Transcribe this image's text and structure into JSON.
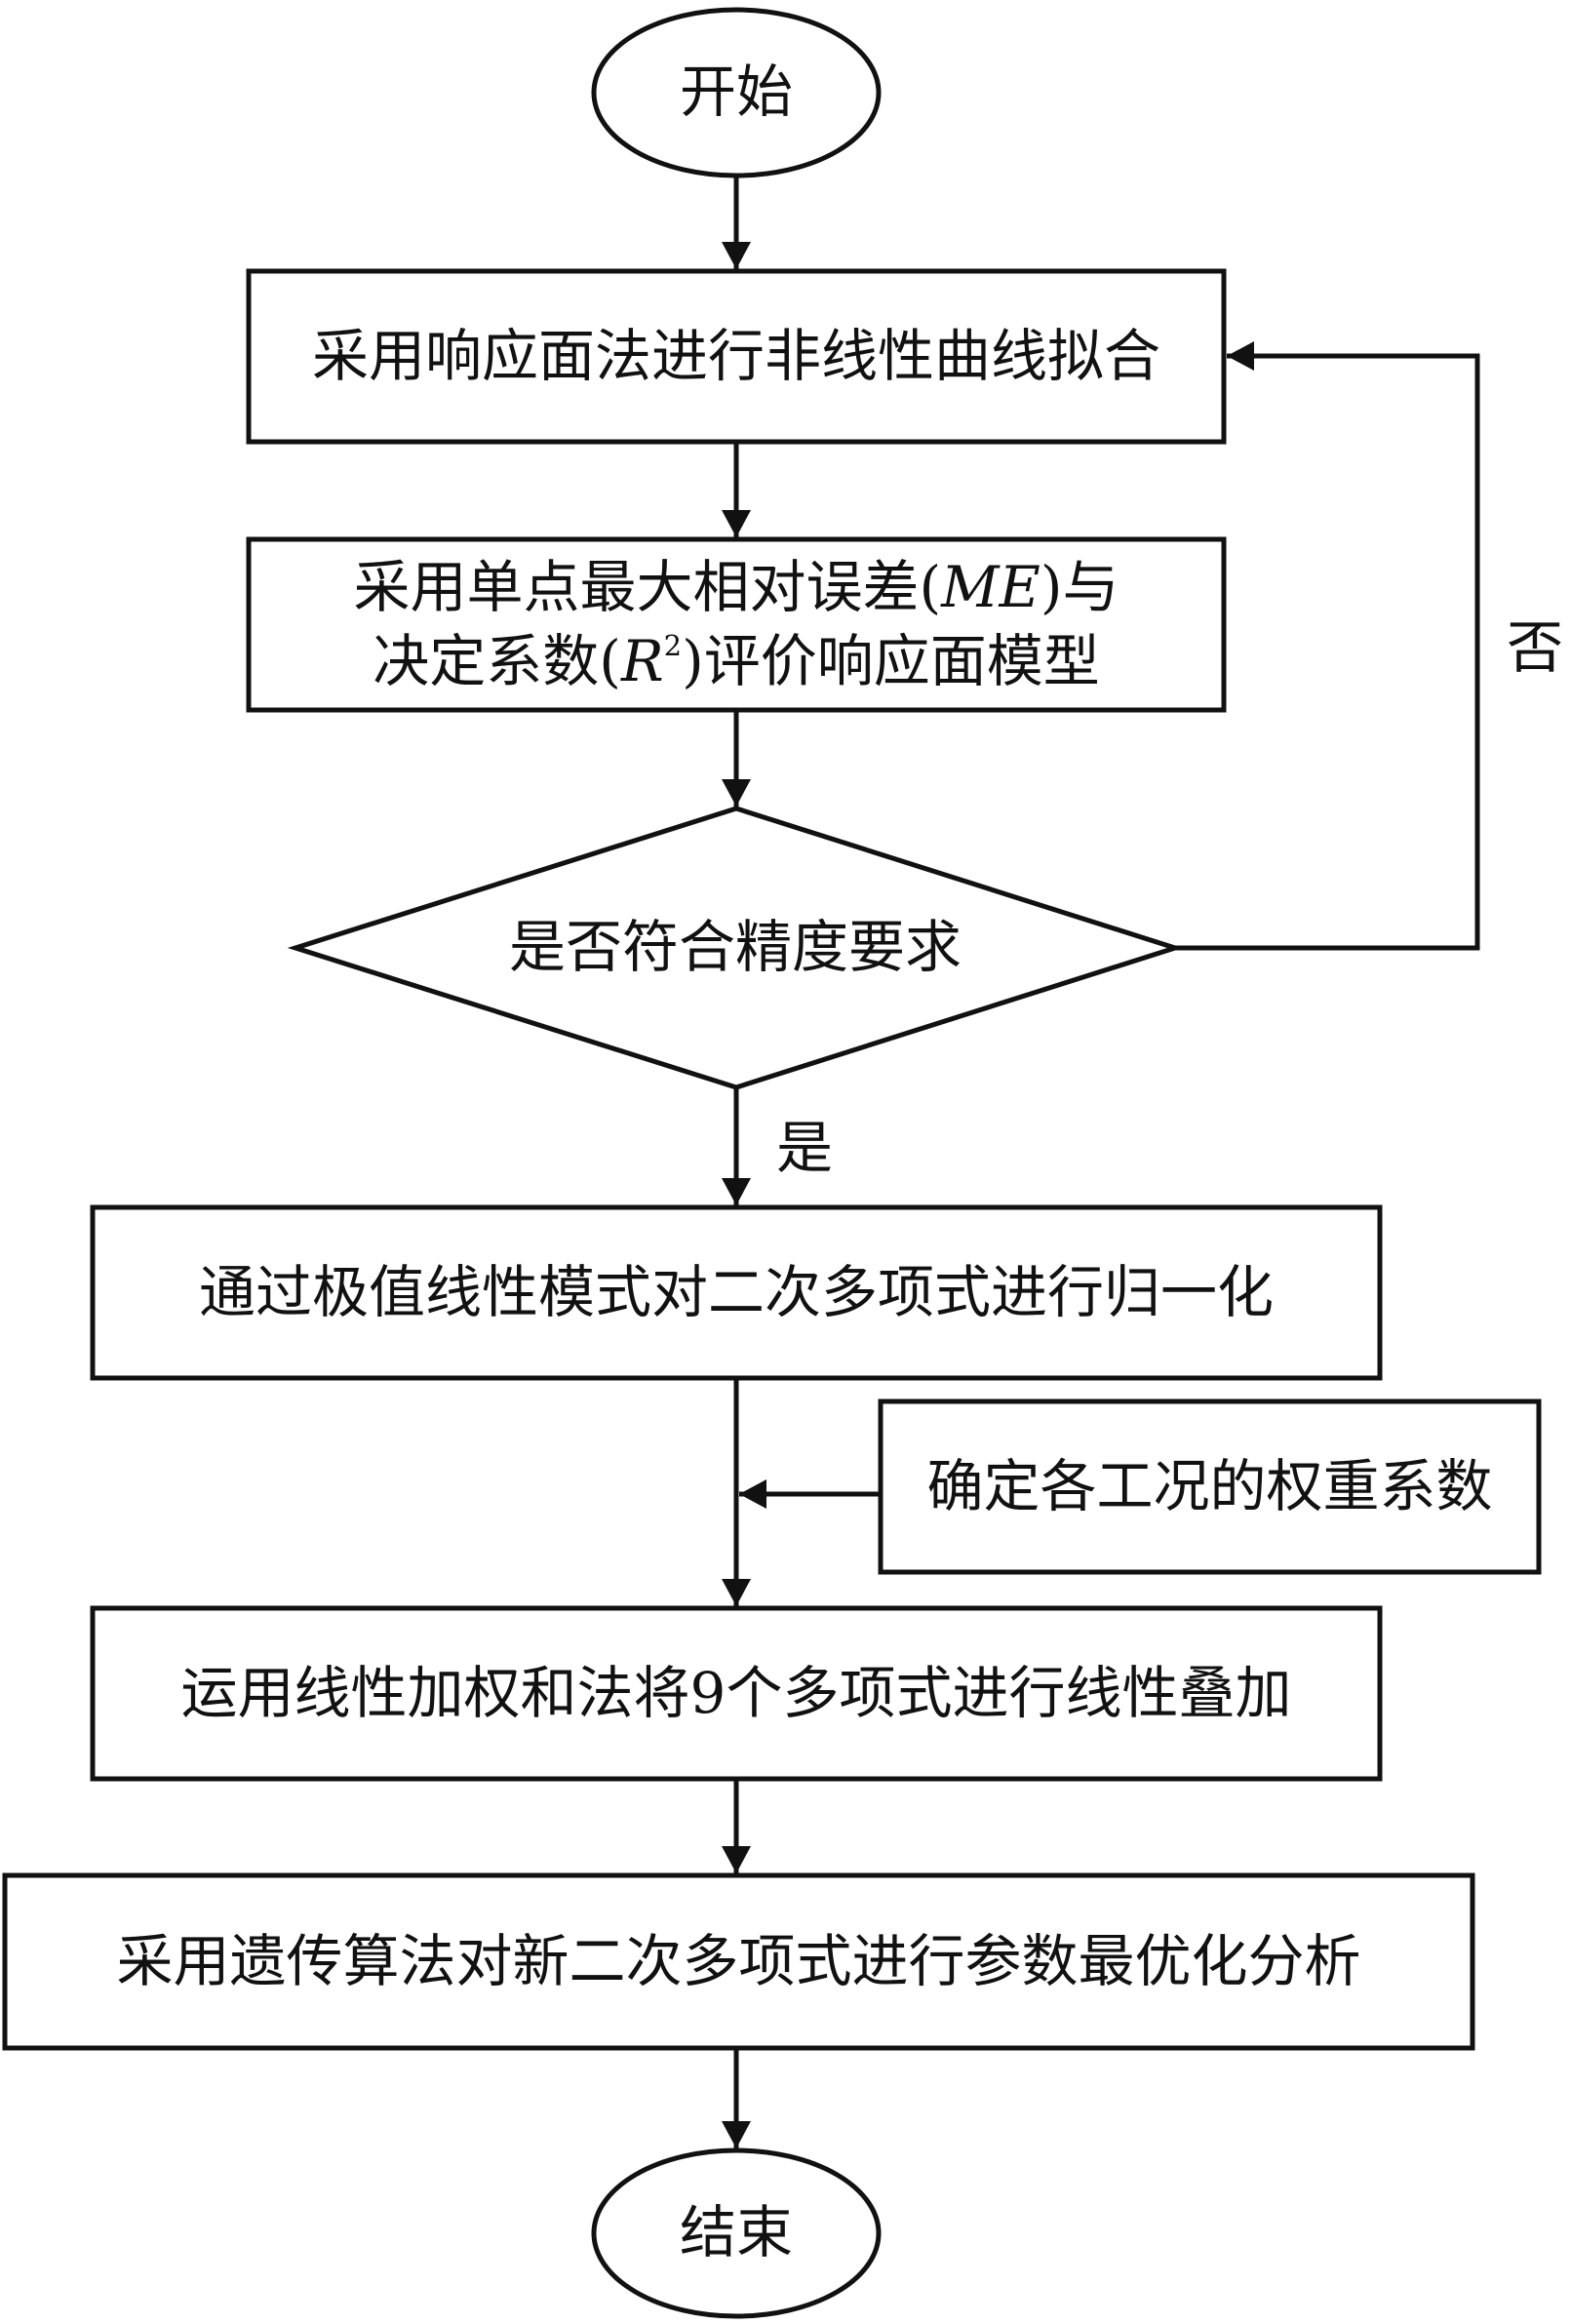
{
  "nodes": {
    "start": "开始",
    "fit": "采用响应面法进行非线性曲线拟合",
    "evaluate": {
      "line1_prefix": "采用单点最大相对误差(",
      "line1_abbr": "ME",
      "line1_suffix": ")与",
      "line2_prefix": "决定系数(",
      "line2_symbol": "R",
      "line2_exponent": "2",
      "line2_suffix": ")评价响应面模型"
    },
    "decision": "是否符合精度要求",
    "normalize": "通过极值线性模式对二次多项式进行归一化",
    "weights": "确定各工况的权重系数",
    "superpose": "运用线性加权和法将9个多项式进行线性叠加",
    "optimize": "采用遗传算法对新二次多项式进行参数最优化分析",
    "end": "结束"
  },
  "edges": {
    "yes_label": "是",
    "no_label": "否"
  }
}
